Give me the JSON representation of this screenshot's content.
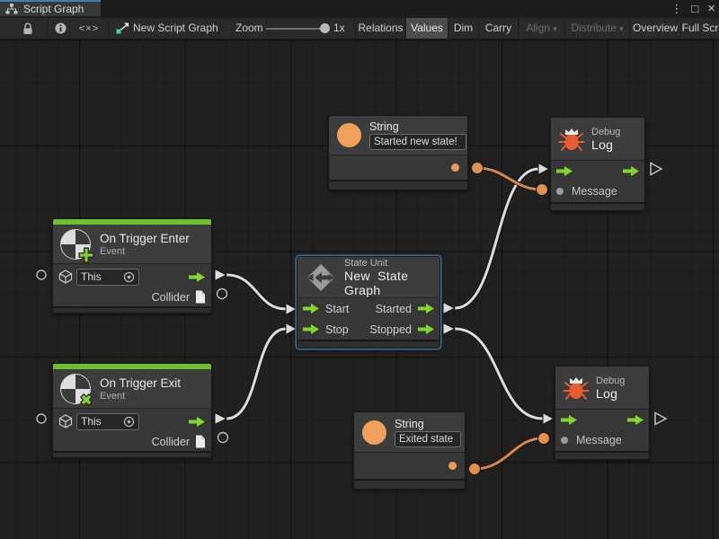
{
  "window": {
    "tab_title": "Script Graph",
    "menu_button": "⋮",
    "maximize_button": "□",
    "close_button": "×"
  },
  "toolbar": {
    "code_glyph": "<×>",
    "graph_name": "New Script Graph",
    "zoom_label": "Zoom",
    "zoom_value": "1x",
    "buttons": [
      {
        "label": "Relations",
        "state": "normal"
      },
      {
        "label": "Values",
        "state": "active"
      },
      {
        "label": "Dim",
        "state": "normal"
      },
      {
        "label": "Carry",
        "state": "normal"
      },
      {
        "label": "Align",
        "arrow": "▾",
        "state": "disabled"
      },
      {
        "label": "Distribute",
        "arrow": "▾",
        "state": "disabled"
      },
      {
        "label": "Overview",
        "state": "normal"
      },
      {
        "label": "Full Scr",
        "state": "normal"
      }
    ]
  },
  "nodes": {
    "on_trigger_enter": {
      "title": "On Trigger Enter",
      "subtitle": "Event",
      "target_value": "This",
      "output_label": "Collider"
    },
    "on_trigger_exit": {
      "title": "On Trigger Exit",
      "subtitle": "Event",
      "target_value": "This",
      "output_label": "Collider"
    },
    "state_unit": {
      "kind": "State Unit",
      "title": "New State Graph",
      "inputs": [
        "Start",
        "Stop"
      ],
      "outputs": [
        "Started",
        "Stopped"
      ]
    },
    "string_top": {
      "title": "String",
      "value": "Started new state!"
    },
    "string_bottom": {
      "title": "String",
      "value": "Exited state"
    },
    "debug_log_top": {
      "kind": "Debug",
      "title": "Log",
      "input_label": "Message"
    },
    "debug_log_bottom": {
      "kind": "Debug",
      "title": "Log",
      "input_label": "Message"
    }
  },
  "connections": [
    "On Trigger Enter → State Unit.Start",
    "On Trigger Exit → State Unit.Stop",
    "State Unit.Started → Debug Log (top)",
    "State Unit.Stopped → Debug Log (bottom)",
    "String 'Started new state!' → Debug Log (top).Message",
    "String 'Exited state' → Debug Log (bottom).Message"
  ],
  "icons": {
    "tab": "graph-hierarchy-icon",
    "toolbar": [
      "lock-icon",
      "info-icon",
      "code-brackets-icon",
      "graph-icon"
    ],
    "window": [
      "menu-dots-icon",
      "maximize-icon",
      "close-icon"
    ],
    "node": [
      "event-circle-icon",
      "plus-badge-icon",
      "x-badge-icon",
      "cube-icon",
      "target-icon",
      "file-icon",
      "state-diamond-icon",
      "string-circle-icon",
      "bug-icon",
      "flow-arrow-port",
      "value-port-dot"
    ]
  },
  "colors": {
    "accent_green": "#83D62C",
    "header_bar_green": "#6FBF2E",
    "accent_orange": "#F0A05A",
    "wire_orange": "#D8884A",
    "wire_white": "#DCDCDC",
    "bug_red": "#E85C30",
    "selection_blue": "#3D6EA0",
    "canvas_bg": "#212121"
  }
}
